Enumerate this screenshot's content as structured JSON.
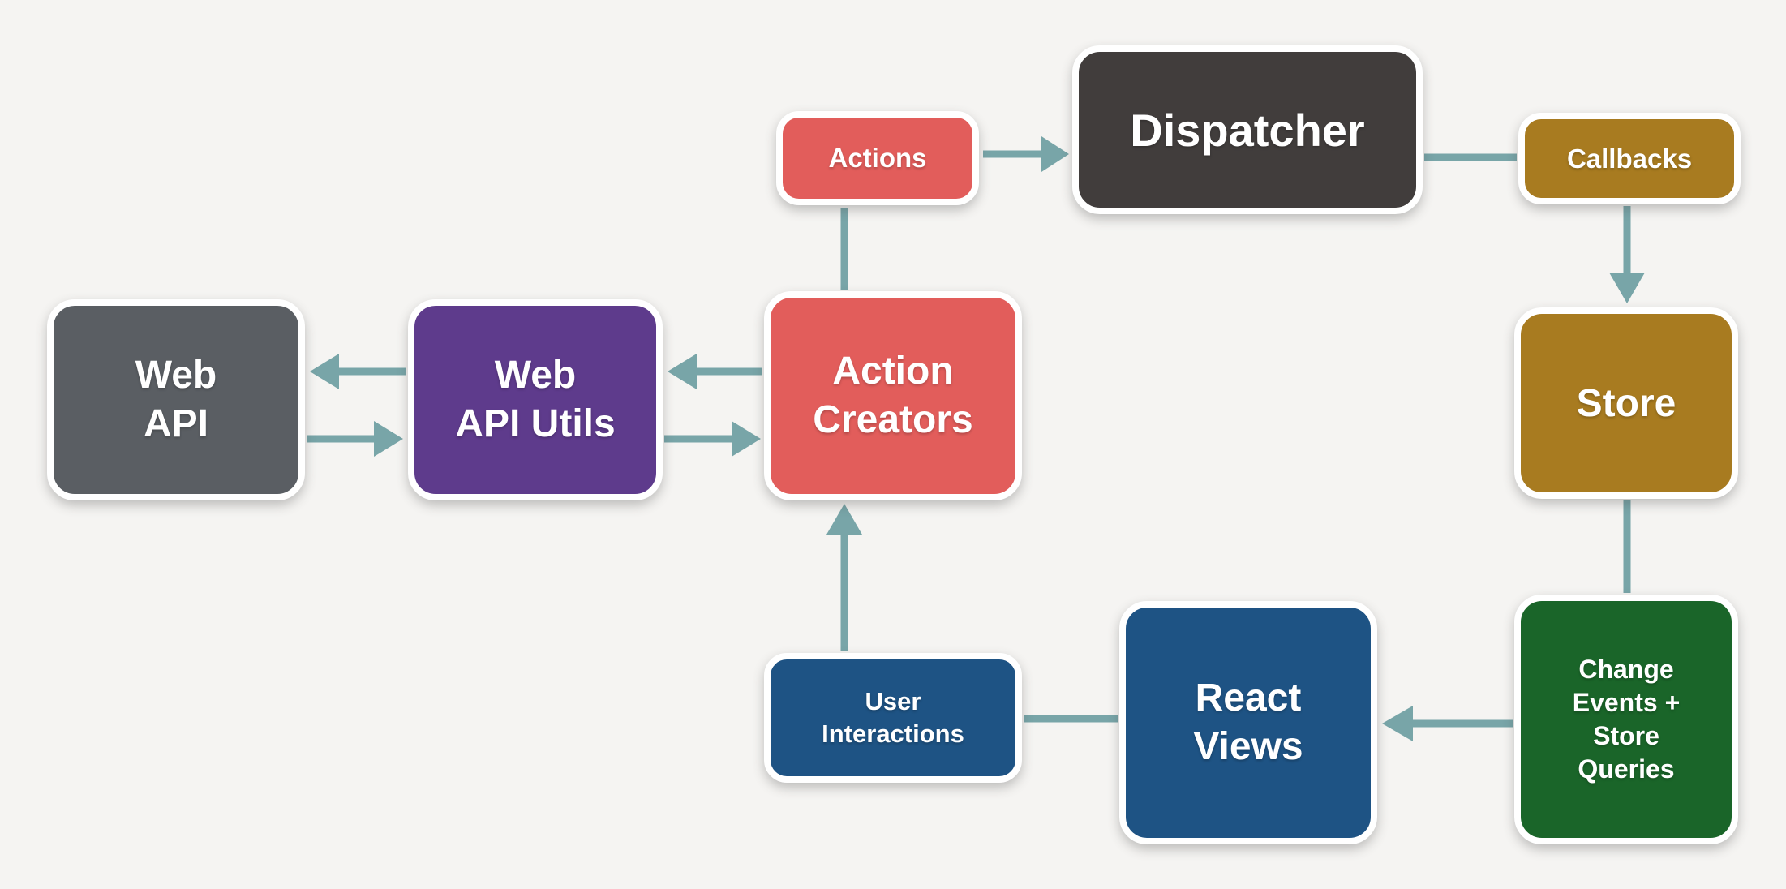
{
  "diagram": {
    "background_color": "#f5f4f2",
    "connector_color": "#78a5a8",
    "node_border_color": "#ffffff",
    "text_color": "#ffffff",
    "nodes": {
      "actions": {
        "label": "Actions",
        "color": "#e25d5b"
      },
      "dispatcher": {
        "label": "Dispatcher",
        "color": "#413d3c"
      },
      "callbacks": {
        "label": "Callbacks",
        "color": "#a87b20"
      },
      "store": {
        "label": "Store",
        "color": "#a87b20"
      },
      "web_api": {
        "lines": [
          "Web",
          "API"
        ],
        "color": "#5a5e63"
      },
      "web_api_utils": {
        "lines": [
          "Web",
          "API Utils"
        ],
        "color": "#5e3b8c"
      },
      "action_creators": {
        "lines": [
          "Action",
          "Creators"
        ],
        "color": "#e25d5b"
      },
      "user_interactions": {
        "lines": [
          "User",
          "Interactions"
        ],
        "color": "#1e5384"
      },
      "react_views": {
        "lines": [
          "React",
          "Views"
        ],
        "color": "#1e5384"
      },
      "change_events": {
        "lines": [
          "Change",
          "Events +",
          "Store",
          "Queries"
        ],
        "color": "#1a6529"
      }
    },
    "edges": [
      {
        "from": "actions",
        "to": "dispatcher",
        "arrowhead": true
      },
      {
        "from": "action_creators",
        "to": "actions",
        "arrowhead": false
      },
      {
        "from": "dispatcher",
        "to": "callbacks",
        "arrowhead": false
      },
      {
        "from": "callbacks",
        "to": "store",
        "arrowhead": true
      },
      {
        "from": "store",
        "to": "change_events",
        "arrowhead": false
      },
      {
        "from": "change_events",
        "to": "react_views",
        "arrowhead": true
      },
      {
        "from": "react_views",
        "to": "user_interactions",
        "arrowhead": false
      },
      {
        "from": "user_interactions",
        "to": "action_creators",
        "arrowhead": true
      },
      {
        "from": "action_creators",
        "to": "web_api_utils",
        "arrowhead": true
      },
      {
        "from": "web_api_utils",
        "to": "action_creators",
        "arrowhead": true
      },
      {
        "from": "web_api_utils",
        "to": "web_api",
        "arrowhead": true
      },
      {
        "from": "web_api",
        "to": "web_api_utils",
        "arrowhead": true
      }
    ]
  }
}
